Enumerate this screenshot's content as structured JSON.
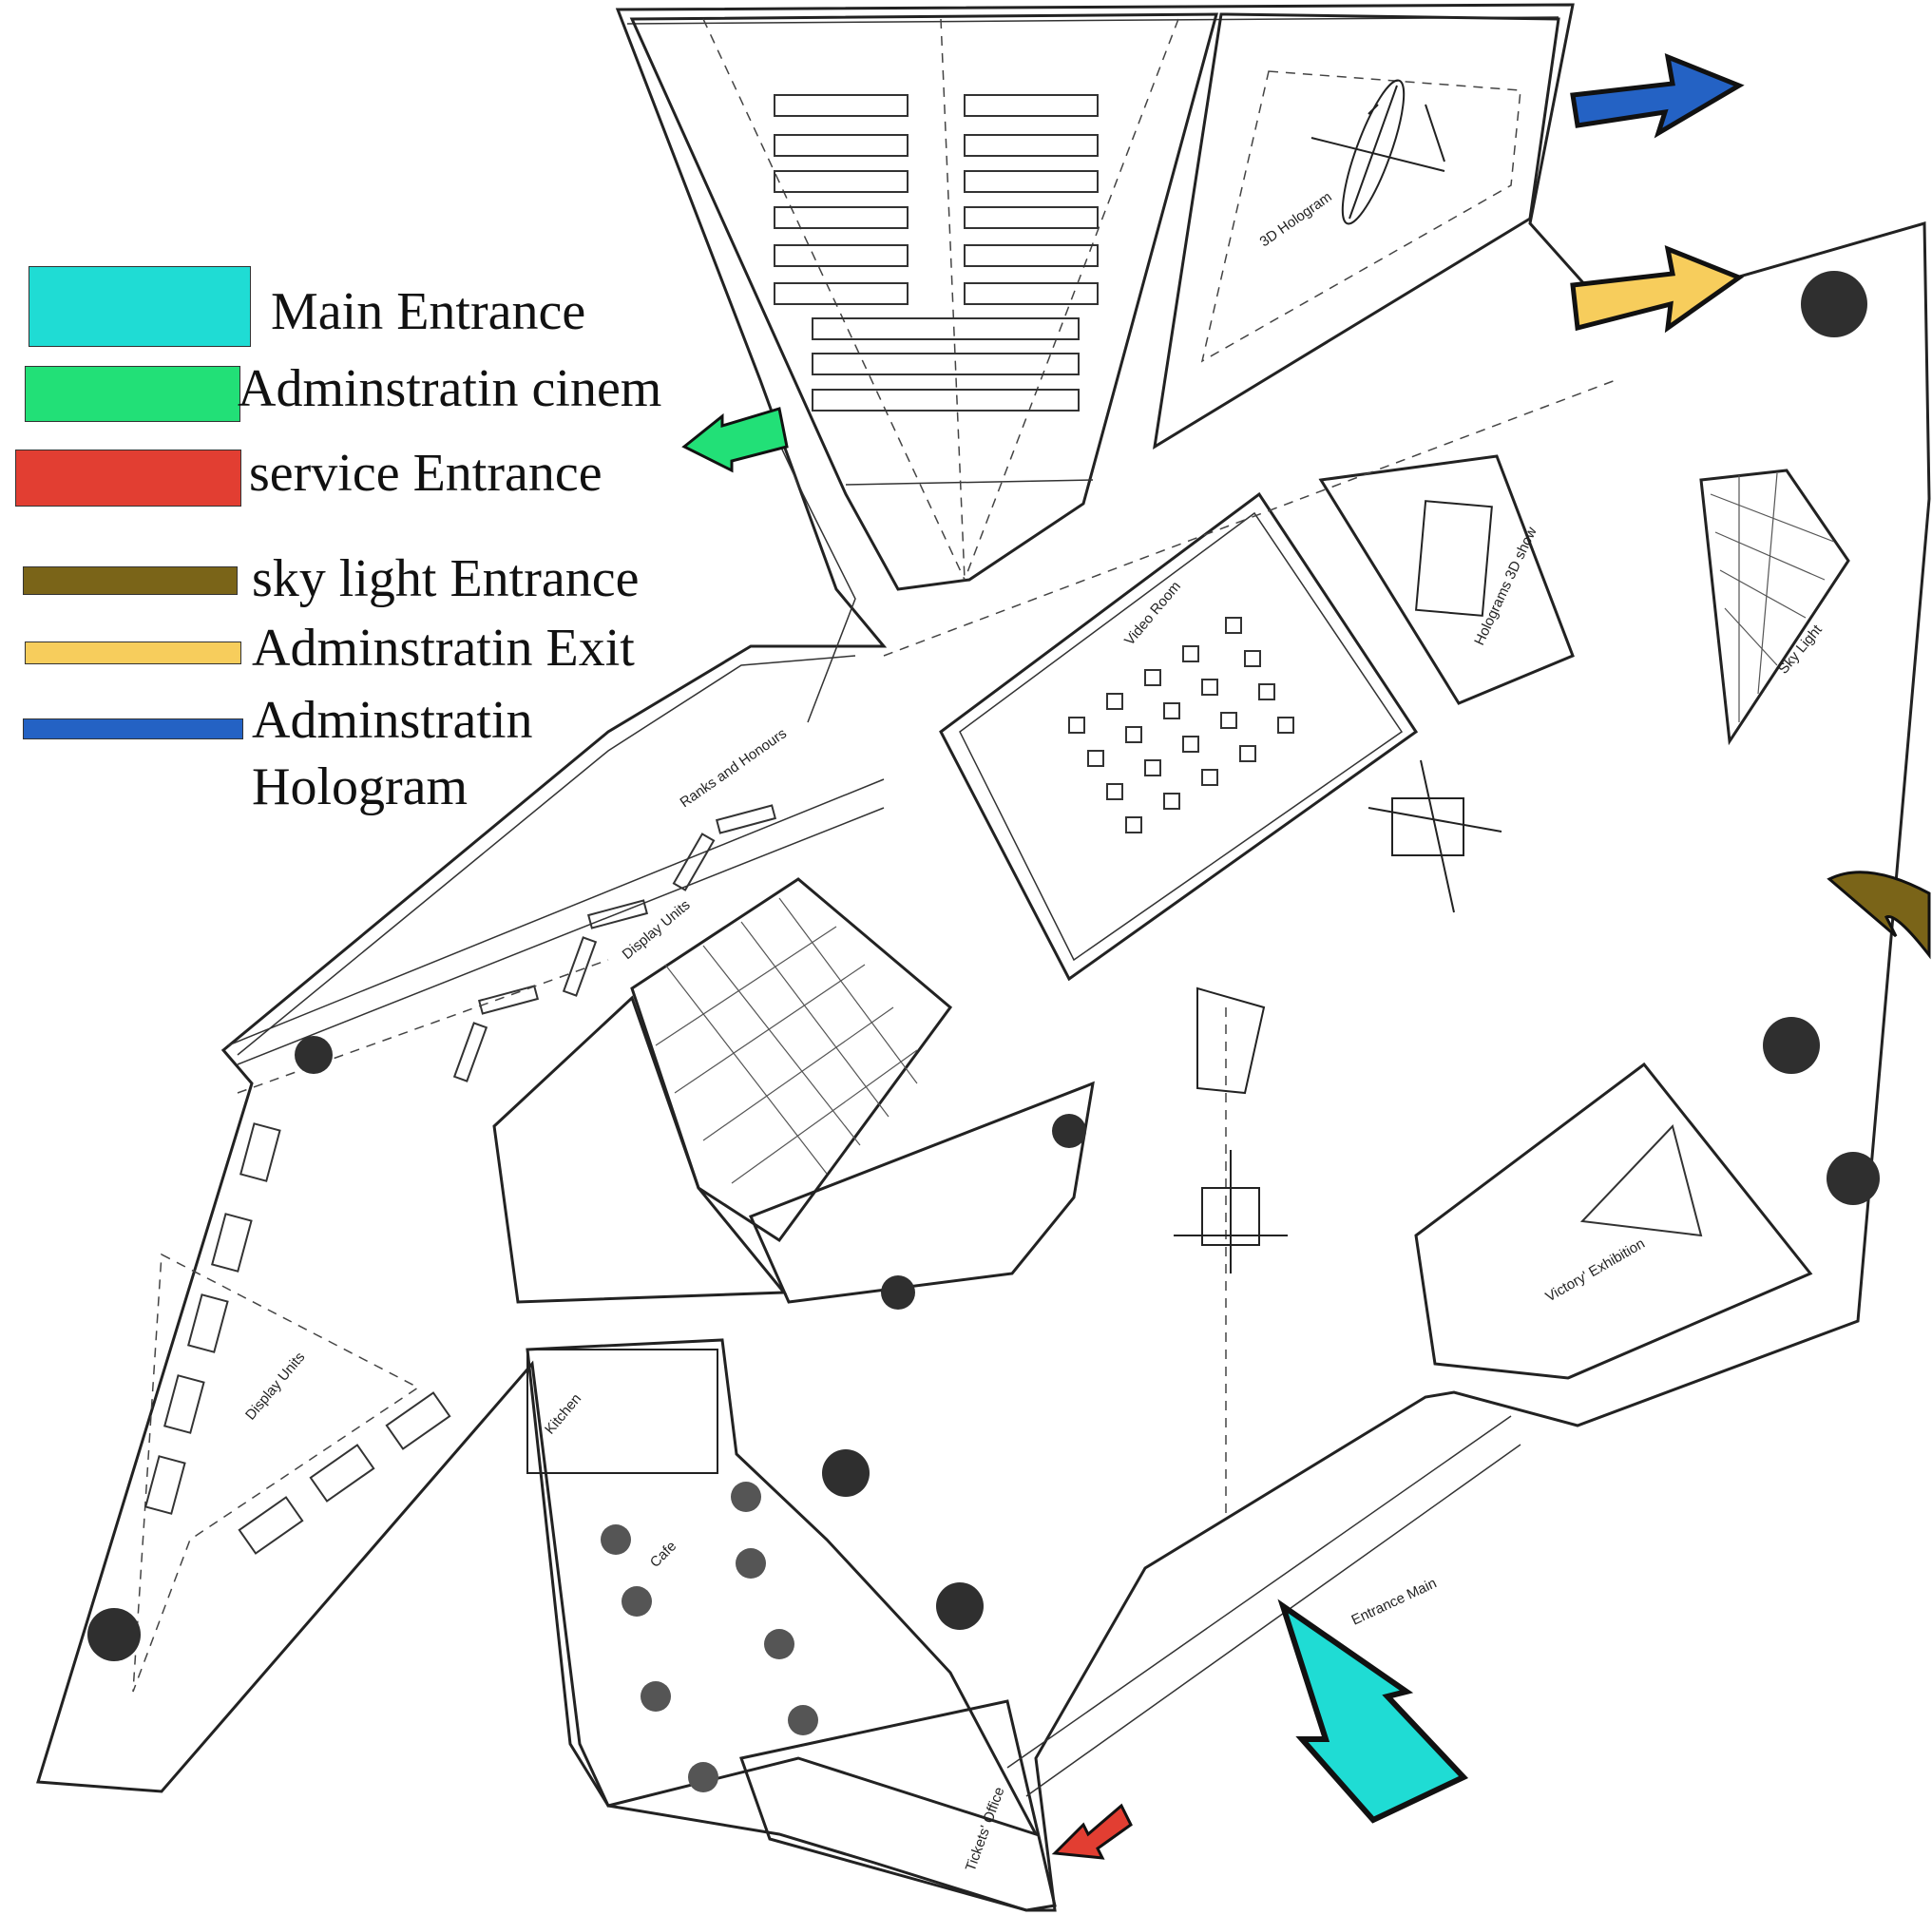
{
  "legend": {
    "items": [
      {
        "label": "Main Entrance",
        "color": "#1fdcd4"
      },
      {
        "label": "Adminstratin cinem",
        "color": "#22e077"
      },
      {
        "label": "service Entrance",
        "color": "#e23e32"
      },
      {
        "label": "sky light Entrance",
        "color": "#7a6418"
      },
      {
        "label": "Adminstratin Exit",
        "color": "#f7cd5c"
      },
      {
        "label": "Adminstratin Hologram",
        "label_line1": "Adminstratin",
        "label_line2": "Hologram",
        "color": "#2462c4"
      }
    ]
  },
  "rooms": {
    "hologram_3d": "3D Hologram",
    "video_room": "Video Room",
    "holograms_3d_show": "Holograms 3D show",
    "sky_light": "Sky Light",
    "ranks": "Ranks and Honours",
    "display_units_1": "Display Units",
    "display_units_2": "Display Units",
    "victory": "Victory' Exhibition",
    "kitchen": "Kitchen",
    "cafe": "Cafe",
    "tickets": "Tickets' Office",
    "entrance_main": "Entrance Main"
  },
  "arrows": {
    "main_entrance": "#1fdcd4",
    "admin_cinema": "#22e077",
    "service_entrance": "#e23e32",
    "skylight_entrance": "#7a6418",
    "admin_exit": "#f7cd5c",
    "admin_hologram": "#2462c4"
  }
}
